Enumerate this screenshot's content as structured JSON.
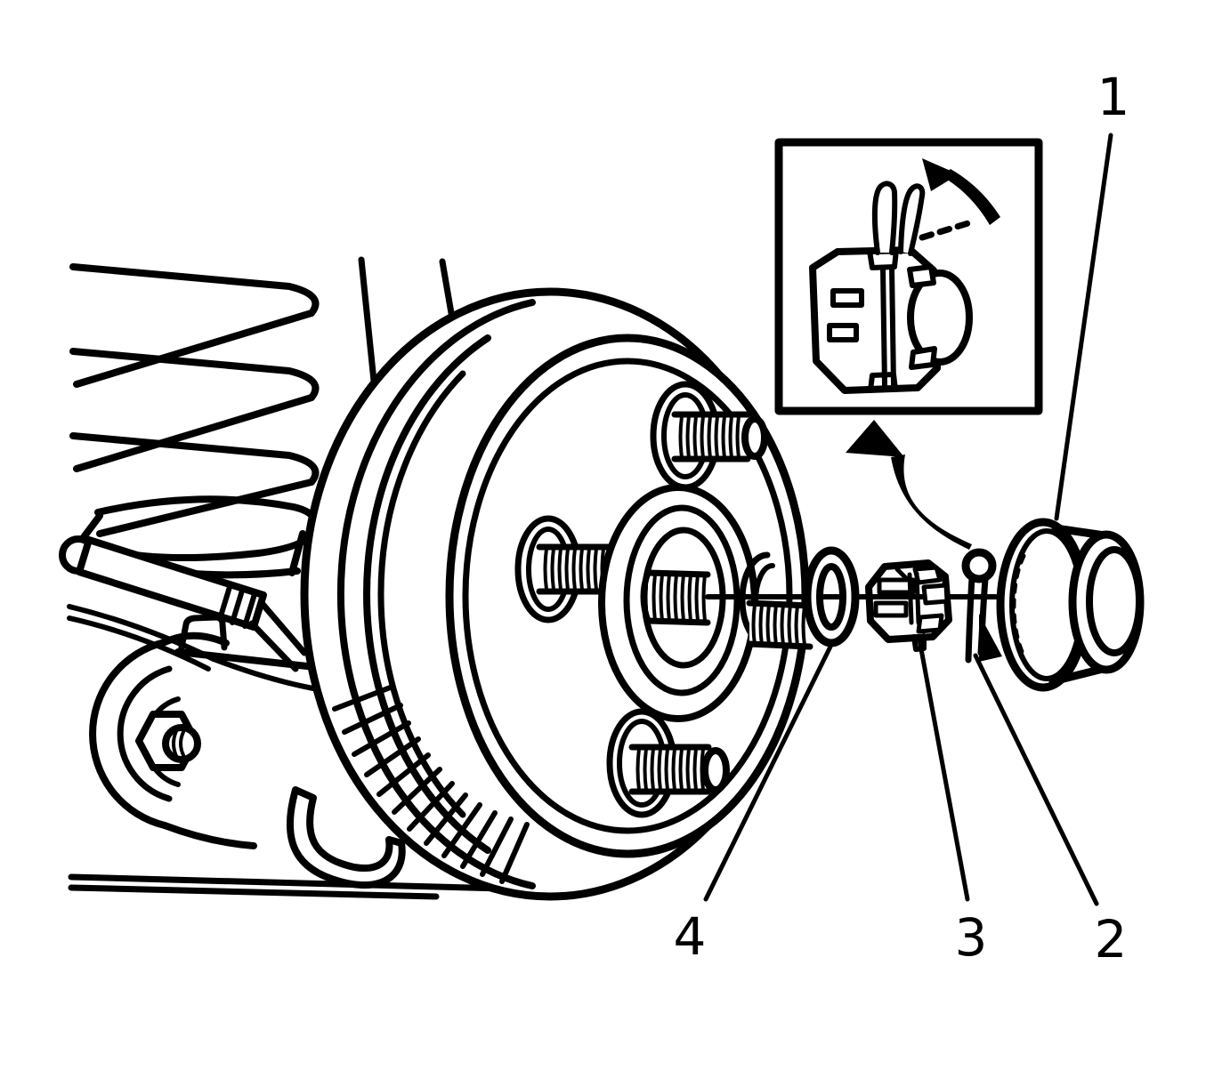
{
  "figure": {
    "background_color": "#ffffff",
    "ink_color": "#000000"
  },
  "callouts": [
    {
      "label": "1"
    },
    {
      "label": "2"
    },
    {
      "label": "3"
    },
    {
      "label": "4"
    }
  ],
  "icons": {
    "removal_arrow": "curved-arrow-up-left-icon",
    "inset_bend_arrow": "curved-arrow-up-left-icon",
    "inset_motion_line": "dashed-motion-line"
  }
}
